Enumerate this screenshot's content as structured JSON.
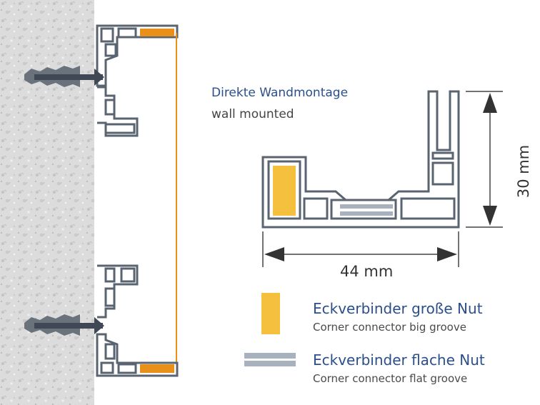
{
  "labels": {
    "mount_de": "Direkte Wandmontage",
    "mount_en": "wall mounted",
    "width": "44 mm",
    "height": "30 mm"
  },
  "legend": {
    "big_groove_de": "Eckverbinder große Nut",
    "big_groove_en": "Corner connector big groove",
    "flat_groove_de": "Eckverbinder flache Nut",
    "flat_groove_en": "Corner connector flat groove"
  },
  "colors": {
    "profile": "#5a6470",
    "orange": "#e8901a",
    "yellow": "#f6c03f",
    "flat_groove": "#a7b2be",
    "wall": "#d9d9d9",
    "anchor": "#5f6670"
  }
}
